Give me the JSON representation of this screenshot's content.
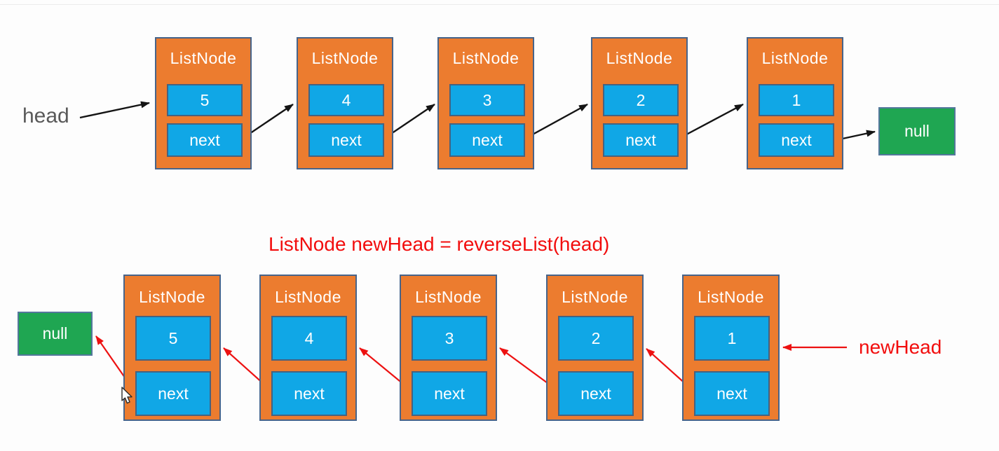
{
  "labels": {
    "head": "head",
    "new_head": "newHead",
    "null": "null",
    "node_title": "ListNode",
    "next_field": "next",
    "caption": "ListNode newHead = reverseList(head)"
  },
  "top_list": {
    "description": "original singly linked list traversed left to right from head",
    "node_values": [
      "5",
      "4",
      "3",
      "2",
      "1"
    ],
    "terminator": "null",
    "arrow_color": "#141414"
  },
  "bottom_list": {
    "description": "reversed list, next pointers drawn right to left toward null",
    "node_values": [
      "5",
      "4",
      "3",
      "2",
      "1"
    ],
    "terminator": "null",
    "arrow_color": "#ed1111"
  },
  "colors": {
    "node_fill": "#ec7c2f",
    "node_border": "#47648a",
    "field_fill": "#10a7e6",
    "field_border": "#46627f",
    "null_fill": "#1fa652",
    "black_arrow": "#141414",
    "red": "#ed1111",
    "head_label_color": "#595959"
  }
}
